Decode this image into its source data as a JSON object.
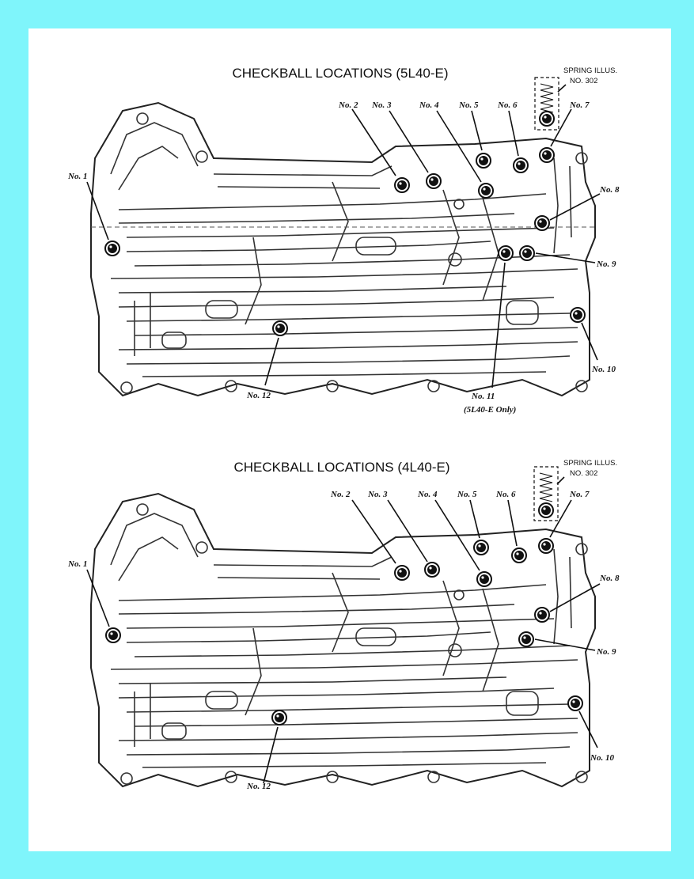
{
  "colors": {
    "frame": "#7ff5fb",
    "sheet": "#ffffff",
    "ink": "#111111"
  },
  "diagrams": [
    {
      "title": "CHECKBALL LOCATIONS (5L40-E)",
      "spring_line1": "SPRING ILLUS.",
      "spring_line2": "NO. 302",
      "labels": {
        "no1": "No. 1",
        "no2": "No. 2",
        "no3": "No. 3",
        "no4": "No. 4",
        "no5": "No. 5",
        "no6": "No. 6",
        "no7": "No. 7",
        "no8": "No. 8",
        "no9": "No. 9",
        "no10": "No. 10",
        "no11": "No. 11",
        "no11_note": "(5L40-E Only)",
        "no12": "No. 12"
      }
    },
    {
      "title": "CHECKBALL LOCATIONS (4L40-E)",
      "spring_line1": "SPRING ILLUS.",
      "spring_line2": "NO. 302",
      "labels": {
        "no1": "No. 1",
        "no2": "No. 2",
        "no3": "No. 3",
        "no4": "No. 4",
        "no5": "No. 5",
        "no6": "No. 6",
        "no7": "No. 7",
        "no8": "No. 8",
        "no9": "No. 9",
        "no10": "No. 10",
        "no12": "No. 12"
      }
    }
  ]
}
